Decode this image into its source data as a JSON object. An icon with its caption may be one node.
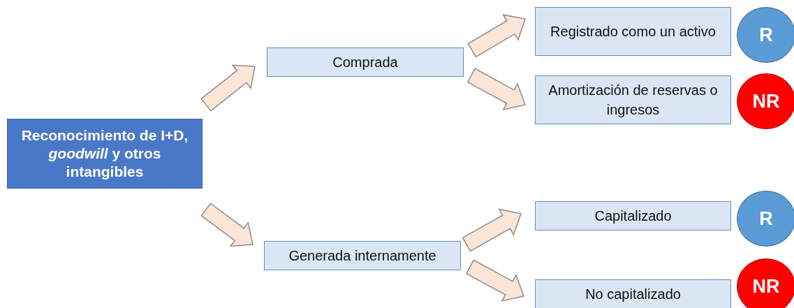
{
  "diagram": {
    "nodes": [
      {
        "text": [
          "Reconocimiento de I+D, *goodwill* y otros intangibles"
        ]
      },
      {
        "text": [
          "Comprada"
        ]
      },
      {
        "text": [
          "Registrado como un activo"
        ]
      },
      {
        "text": [
          "R"
        ]
      },
      {
        "text": [
          "Amortización de reservas o ingresos"
        ]
      },
      {
        "text": [
          "NR"
        ]
      },
      {
        "text": [
          "Generada internamente"
        ]
      },
      {
        "text": [
          "Capitalizado"
        ]
      },
      {
        "text": [
          "R"
        ]
      },
      {
        "text": [
          "No capitalizado"
        ]
      },
      {
        "text": [
          "NR"
        ]
      }
    ],
    "edges": [
      {
        "from": 0,
        "to": 1,
        "arrow": "to"
      },
      {
        "from": 0,
        "to": 6,
        "arrow": "to"
      },
      {
        "from": 1,
        "to": 2,
        "arrow": "to"
      },
      {
        "from": 1,
        "to": 4,
        "arrow": "to"
      },
      {
        "from": 6,
        "to": 7,
        "arrow": "to"
      },
      {
        "from": 6,
        "to": 9,
        "arrow": "to"
      }
    ]
  }
}
